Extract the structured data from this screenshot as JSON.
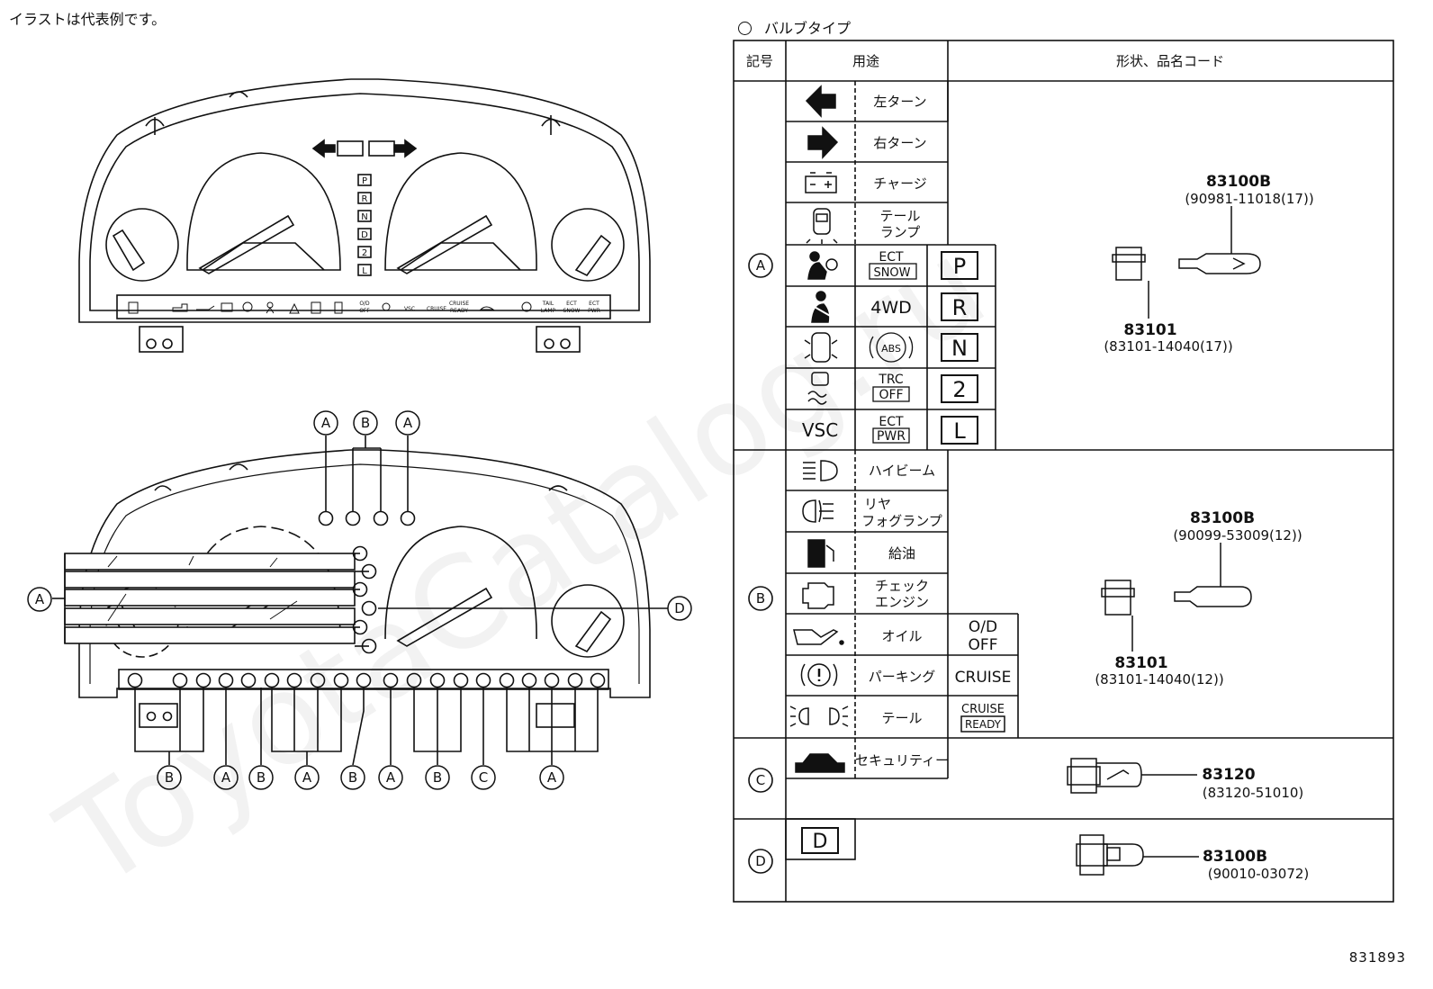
{
  "note": "イラストは代表例です。",
  "doc_number": "831893",
  "watermark": "ToyotaCatalog.ru",
  "legend_title": "バルブタイプ",
  "headers": {
    "symbol": "記号",
    "usage": "用途",
    "shape": "形状、品名コード"
  },
  "cluster_labels": {
    "gear": [
      "P",
      "R",
      "N",
      "D",
      "2",
      "L"
    ],
    "od_off": [
      "O/D",
      "OFF"
    ],
    "cruise_ready": [
      "CRUISE",
      "READY"
    ],
    "cruise": "CRUISE",
    "vsc": "VSC",
    "tail_lamp": [
      "TAIL",
      "LAMP"
    ],
    "ect_snow": [
      "ECT",
      "SNOW"
    ],
    "ect_pwr": [
      "ECT",
      "PWR"
    ],
    "ect": "ECT"
  },
  "callouts_top": [
    "A",
    "B",
    "A"
  ],
  "callout_left": "A",
  "callout_right": "D",
  "callouts_bottom": [
    "B",
    "A",
    "B",
    "A",
    "B",
    "A",
    "B",
    "C",
    "A"
  ],
  "groups": {
    "A": {
      "symbol": "A",
      "rows": [
        {
          "label": "左ターン",
          "icon": "left-turn-arrow-icon"
        },
        {
          "label": "右ターン",
          "icon": "right-turn-arrow-icon"
        },
        {
          "label": "チャージ",
          "icon": "battery-icon"
        },
        {
          "label": [
            "テール",
            "ランプ"
          ],
          "icon": "tail-lamp-car-icon"
        }
      ],
      "grid": [
        {
          "icon": "airbag-icon",
          "mid": [
            "ECT",
            "SNOW"
          ],
          "gear": "P"
        },
        {
          "icon": "seatbelt-icon",
          "mid": "4WD",
          "gear": "R"
        },
        {
          "icon": "door-ajar-icon",
          "mid": "ABS",
          "gear": "N"
        },
        {
          "icon": "slip-indicator-icon",
          "mid": [
            "TRC",
            "OFF"
          ],
          "gear": "2"
        },
        {
          "icon": "vsc-text-icon",
          "icon_text": "VSC",
          "mid": [
            "ECT",
            "PWR"
          ],
          "gear": "L"
        }
      ],
      "part": "83100B",
      "part_code": "(90981-11018(17))",
      "socket": "83101",
      "socket_code": "(83101-14040(17))"
    },
    "B": {
      "symbol": "B",
      "rows": [
        {
          "label": "ハイビーム",
          "icon": "high-beam-icon"
        },
        {
          "label": [
            "リヤ",
            "フォグランプ"
          ],
          "icon": "rear-fog-lamp-icon"
        },
        {
          "label": "給油",
          "icon": "fuel-pump-icon"
        },
        {
          "label": [
            "チェック",
            "エンジン"
          ],
          "icon": "check-engine-icon"
        },
        {
          "label": "オイル",
          "icon": "oil-can-icon",
          "extra": [
            "O/D",
            "OFF"
          ]
        },
        {
          "label": "パーキング",
          "icon": "parking-brake-icon",
          "extra": "CRUISE"
        },
        {
          "label": "テール",
          "icon": "tail-light-icon",
          "extra": [
            "CRUISE",
            "READY"
          ]
        }
      ],
      "part": "83100B",
      "part_code": "(90099-53009(12))",
      "socket": "83101",
      "socket_code": "(83101-14040(12))"
    },
    "C": {
      "symbol": "C",
      "rows": [
        {
          "label": "セキュリティー",
          "icon": "security-car-icon"
        }
      ],
      "part": "83120",
      "part_code": "(83120-51010)"
    },
    "D": {
      "symbol": "D",
      "icon": "d-gear-icon",
      "icon_text": "D",
      "part": "83100B",
      "part_code": "(90010-03072)"
    }
  }
}
